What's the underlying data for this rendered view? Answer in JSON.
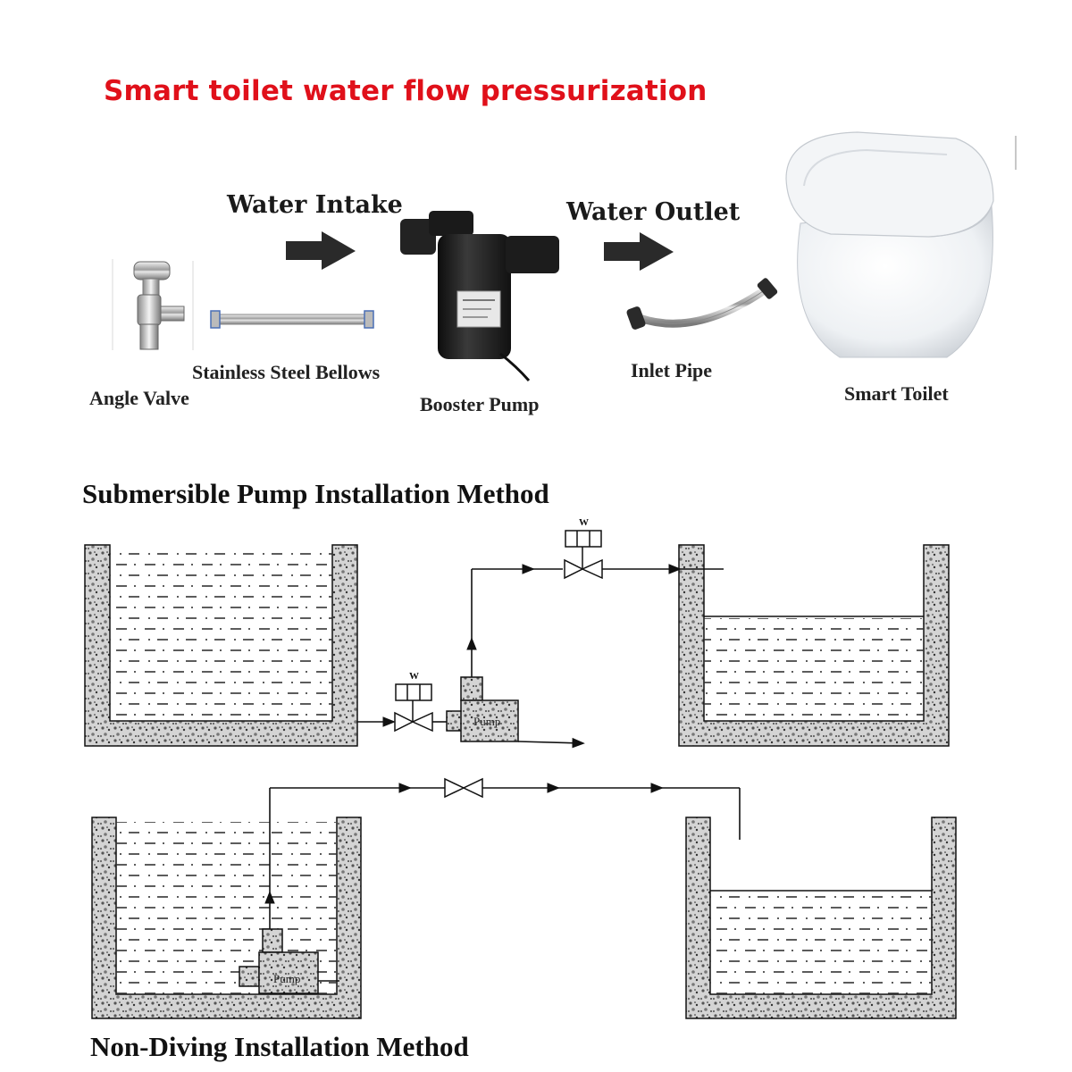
{
  "headline": "Smart toilet water flow pressurization",
  "flow": {
    "intake_label": "Water Intake",
    "outlet_label": "Water Outlet"
  },
  "parts": {
    "angle_valve": "Angle Valve",
    "bellows": "Stainless Steel Bellows",
    "booster_pump": "Booster Pump",
    "inlet_pipe": "Inlet Pipe",
    "smart_toilet": "Smart Toilet"
  },
  "submersible": {
    "title": "Submersible Pump Installation Method",
    "pump_label": "Pump",
    "valve_mark": "W"
  },
  "non_diving": {
    "title": "Non-Diving Installation Method",
    "pump_label": "Pump"
  },
  "colors": {
    "headline": "#e0101a",
    "line": "#1a1a1a",
    "concrete": "#8a8a8a",
    "pump_body": "#1e1e1e"
  }
}
